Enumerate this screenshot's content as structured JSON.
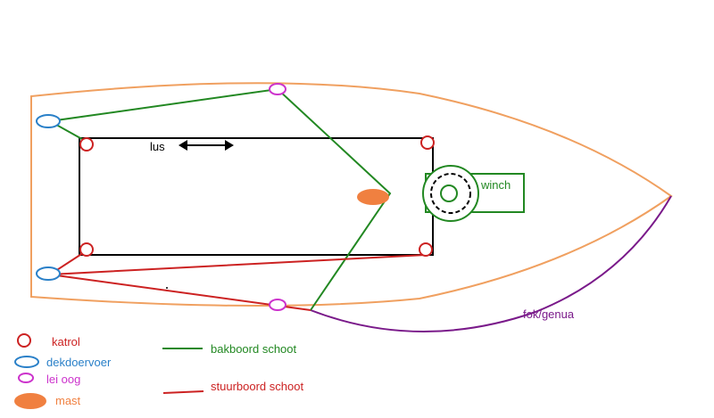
{
  "labels": {
    "lus": "lus",
    "winch": "winch",
    "fok_genua": "fok/genua"
  },
  "legend": {
    "katrol": "katrol",
    "dekdoervoer": "dekdoervoer",
    "lei_oog": "lei oog",
    "mast": "mast",
    "bakboord_schoot": "bakboord schoot",
    "stuurboord_schoot": "stuurboord schoot"
  },
  "colors": {
    "hull": "#f0a060",
    "katrol": "#cc2222",
    "dekdoervoer": "#2a80c8",
    "lei_oog": "#cc33cc",
    "mast": "#f08040",
    "bakboord_schoot": "#228822",
    "stuurboord_schoot": "#cc2222",
    "fok_genua": "#7a1a8a",
    "outline": "#000000"
  }
}
